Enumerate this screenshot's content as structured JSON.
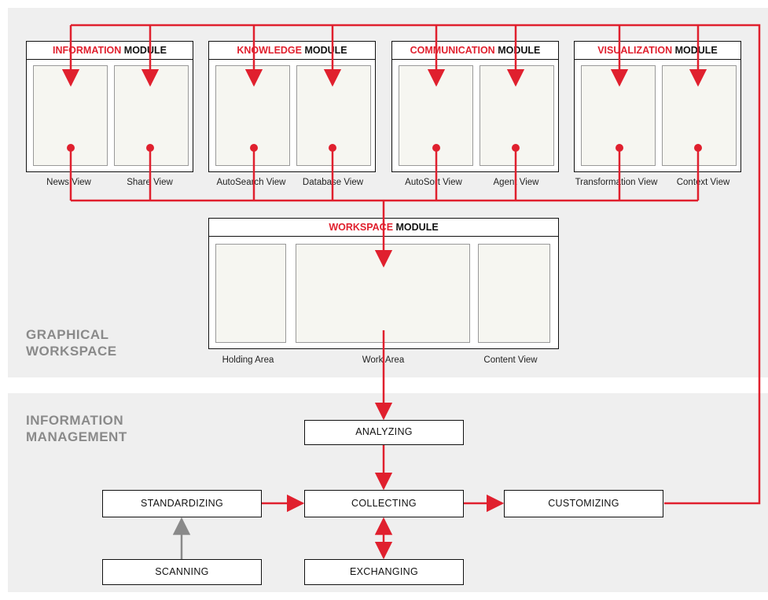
{
  "sections": {
    "top": "GRAPHICAL\nWORKSPACE",
    "bottom": "INFORMATION\nMANAGEMENT"
  },
  "modules": [
    {
      "accent": "INFORMATION",
      "rest": " MODULE",
      "views": [
        "News View",
        "Share View"
      ]
    },
    {
      "accent": "KNOWLEDGE",
      "rest": " MODULE",
      "views": [
        "AutoSearch View",
        "Database View"
      ]
    },
    {
      "accent": "COMMUNICATION",
      "rest": " MODULE",
      "views": [
        "AutoSort View",
        "Agent View"
      ]
    },
    {
      "accent": "VISUALIZATION",
      "rest": " MODULE",
      "views": [
        "Transformation View",
        "Context View"
      ]
    }
  ],
  "workspace": {
    "accent": "WORKSPACE",
    "rest": " MODULE",
    "views": [
      "Holding Area",
      "Work Area",
      "Content View"
    ]
  },
  "process": {
    "analyzing": "ANALYZING",
    "standardizing": "STANDARDIZING",
    "collecting": "COLLECTING",
    "customizing": "CUSTOMIZING",
    "scanning": "SCANNING",
    "exchanging": "EXCHANGING"
  },
  "colors": {
    "accent": "#e0202e",
    "band": "#efefef",
    "gray_arrow": "#8a8a8a"
  }
}
